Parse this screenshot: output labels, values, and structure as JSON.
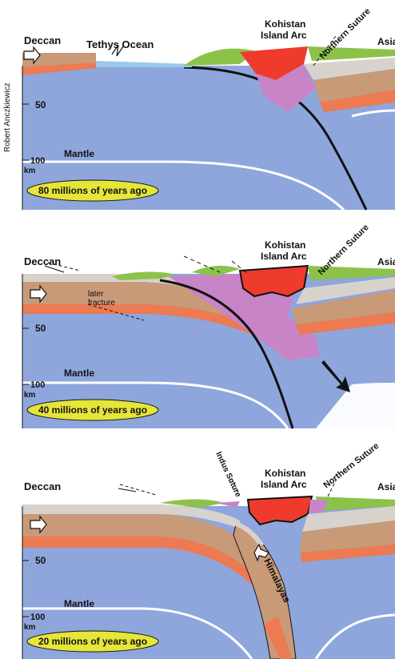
{
  "credit": "Robert Anczkiewicz",
  "panels": [
    {
      "left_label": "Deccan",
      "ocean_label": "Tethys Ocean",
      "arc_label_1": "Kohistan",
      "arc_label_2": "Island Arc",
      "suture_label": "Northern Suture",
      "right_label": "Asia",
      "depth_50": "50",
      "mantle_label": "Mantle",
      "depth_100": "100",
      "km_label": "km",
      "caption": "80 millions of years ago"
    },
    {
      "left_label": "Deccan",
      "fracture_label_1": "later",
      "fracture_label_2": "fracture",
      "arc_label_1": "Kohistan",
      "arc_label_2": "Island Arc",
      "suture_label": "Northern Suture",
      "right_label": "Asia",
      "depth_50": "50",
      "mantle_label": "Mantle",
      "depth_100": "100",
      "km_label": "km",
      "caption": "40 millions of years ago"
    },
    {
      "left_label": "Deccan",
      "indus_label": "Indus Suture",
      "arc_label_1": "Kohistan",
      "arc_label_2": "Island Arc",
      "suture_label": "Northern Suture",
      "right_label": "Asia",
      "himalaya_label": "Himalayas",
      "depth_50": "50",
      "mantle_label": "Mantle",
      "depth_100": "100",
      "km_label": "km",
      "caption": "20 millions of years ago"
    }
  ],
  "colors": {
    "mantle": "#8ea6dc",
    "crust": "#c99a78",
    "orange_band": "#ec7a52",
    "ocean": "#9ac8ea",
    "arc_red": "#ee3b2c",
    "magenta": "#c784c7",
    "green": "#8cc24a",
    "gray": "#d8d2cc",
    "caption_fill": "#e5e53a"
  }
}
